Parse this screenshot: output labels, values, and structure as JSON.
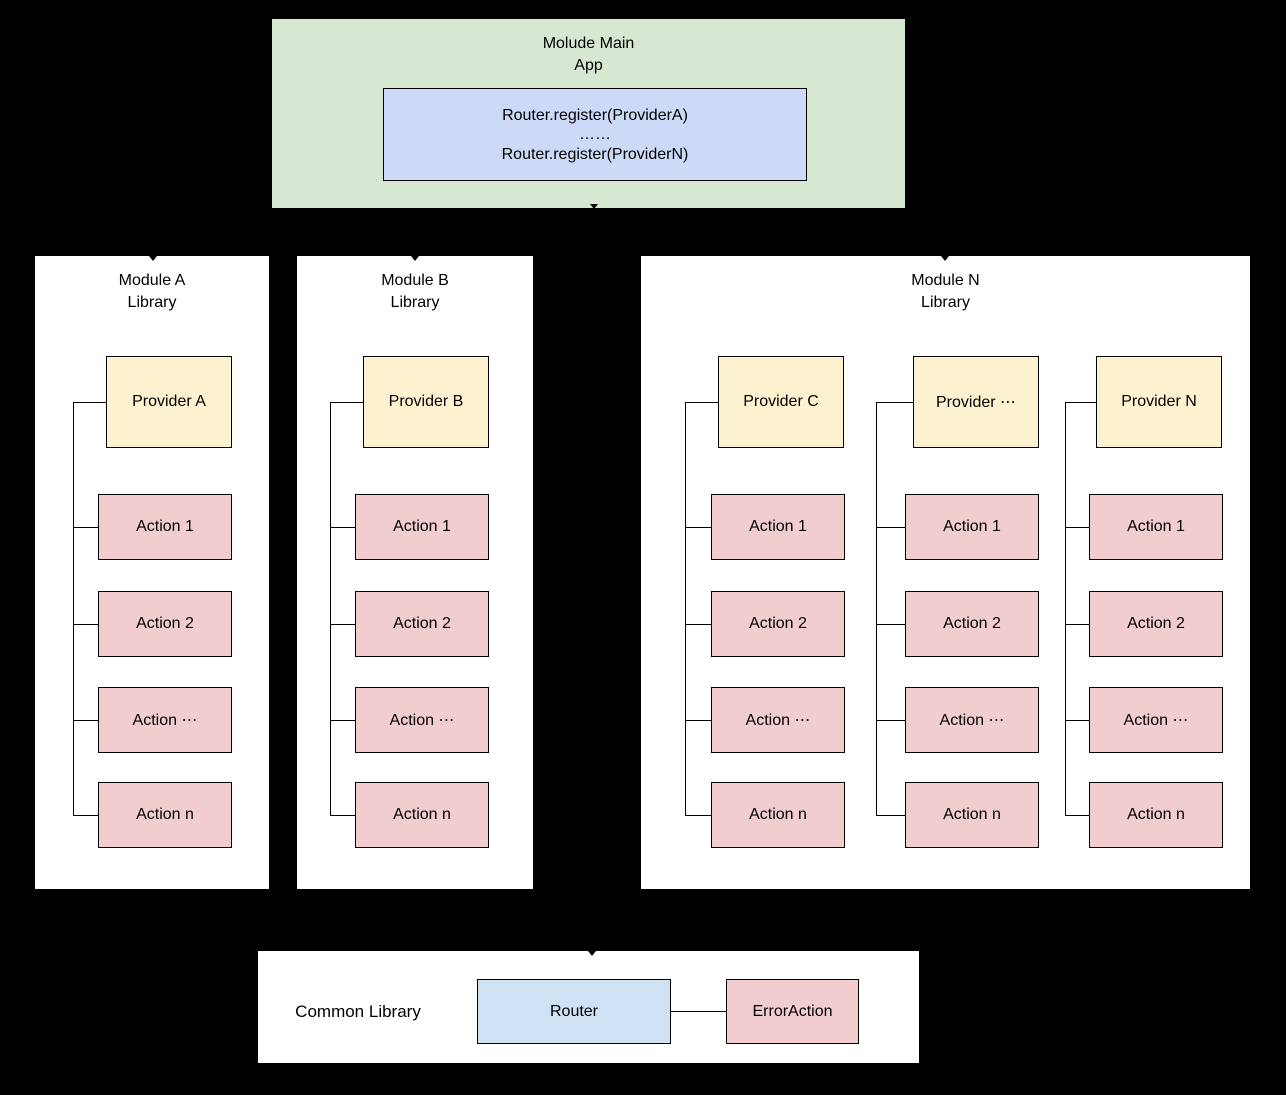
{
  "colors": {
    "background": "#000000",
    "app_box_fill": "#d7e8d2",
    "register_box_fill": "#ccd9f7",
    "panel_fill": "#ffffff",
    "provider_fill": "#fdf2cf",
    "action_fill": "#f2cdd0",
    "router_fill": "#cfe2f3",
    "error_action_fill": "#f2cdd0",
    "line_color": "#000000"
  },
  "app_box": {
    "title_line1": "Molude Main",
    "title_line2": "App",
    "register": {
      "line1": "Router.register(ProviderA)",
      "dots": "……",
      "line2": "Router.register(ProviderN)"
    }
  },
  "modules": [
    {
      "title_line1": "Module A",
      "title_line2": "Library",
      "columns": [
        {
          "provider": "Provider A",
          "actions": [
            "Action 1",
            "Action 2",
            "Action ⋯",
            "Action n"
          ]
        }
      ]
    },
    {
      "title_line1": "Module B",
      "title_line2": "Library",
      "columns": [
        {
          "provider": "Provider B",
          "actions": [
            "Action 1",
            "Action 2",
            "Action ⋯",
            "Action n"
          ]
        }
      ]
    },
    {
      "title_line1": "Module N",
      "title_line2": "Library",
      "columns": [
        {
          "provider": "Provider C",
          "actions": [
            "Action 1",
            "Action 2",
            "Action ⋯",
            "Action n"
          ]
        },
        {
          "provider": "Provider ⋯",
          "actions": [
            "Action 1",
            "Action 2",
            "Action ⋯",
            "Action n"
          ]
        },
        {
          "provider": "Provider N",
          "actions": [
            "Action 1",
            "Action 2",
            "Action ⋯",
            "Action n"
          ]
        }
      ]
    }
  ],
  "common_library": {
    "label": "Common Library",
    "router": "Router",
    "error_action": "ErrorAction"
  }
}
